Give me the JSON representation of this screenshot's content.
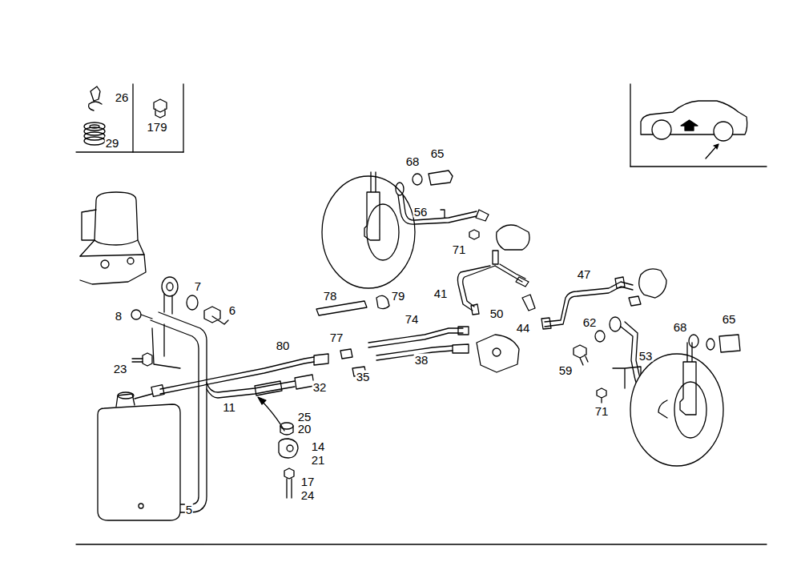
{
  "diagram": {
    "labels": [
      "26",
      "29",
      "179",
      "68",
      "65",
      "56",
      "71",
      "7",
      "8",
      "6",
      "78",
      "79",
      "41",
      "50",
      "47",
      "44",
      "74",
      "62",
      "68",
      "65",
      "80",
      "77",
      "23",
      "38",
      "59",
      "53",
      "32",
      "35",
      "11",
      "71",
      "25",
      "20",
      "14",
      "21",
      "17",
      "24",
      "5"
    ]
  }
}
